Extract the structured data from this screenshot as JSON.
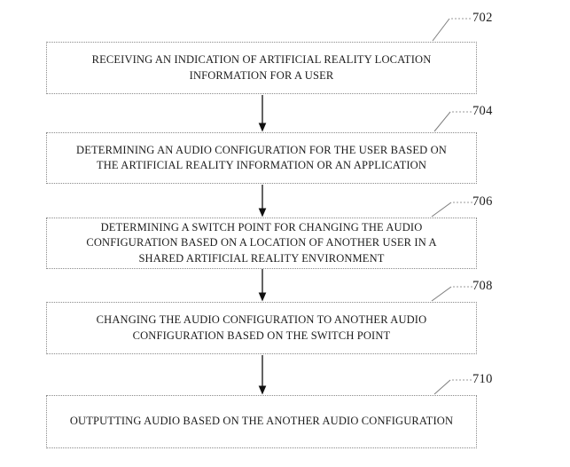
{
  "figure": {
    "type": "flowchart",
    "steps": [
      {
        "ref": "702",
        "lines": [
          "RECEIVING AN INDICATION OF ARTIFICIAL REALITY LOCATION",
          "INFORMATION FOR A USER"
        ]
      },
      {
        "ref": "704",
        "lines": [
          "DETERMINING AN AUDIO CONFIGURATION FOR THE USER BASED ON",
          "THE ARTIFICIAL REALITY INFORMATION OR AN APPLICATION"
        ]
      },
      {
        "ref": "706",
        "lines": [
          "DETERMINING A SWITCH POINT FOR CHANGING THE AUDIO",
          "CONFIGURATION BASED ON A LOCATION OF ANOTHER USER IN A",
          "SHARED ARTIFICIAL REALITY ENVIRONMENT"
        ]
      },
      {
        "ref": "708",
        "lines": [
          "CHANGING THE AUDIO CONFIGURATION TO ANOTHER AUDIO",
          "CONFIGURATION BASED ON THE SWITCH POINT"
        ]
      },
      {
        "ref": "710",
        "lines": [
          "OUTPUTTING AUDIO BASED ON THE ANOTHER AUDIO CONFIGURATION"
        ]
      }
    ],
    "colors": {
      "background": "#ffffff",
      "text": "#1c1c1c",
      "box_border": "#8a8a8a",
      "arrow": "#111111",
      "leader": "#9a9a9a"
    }
  }
}
